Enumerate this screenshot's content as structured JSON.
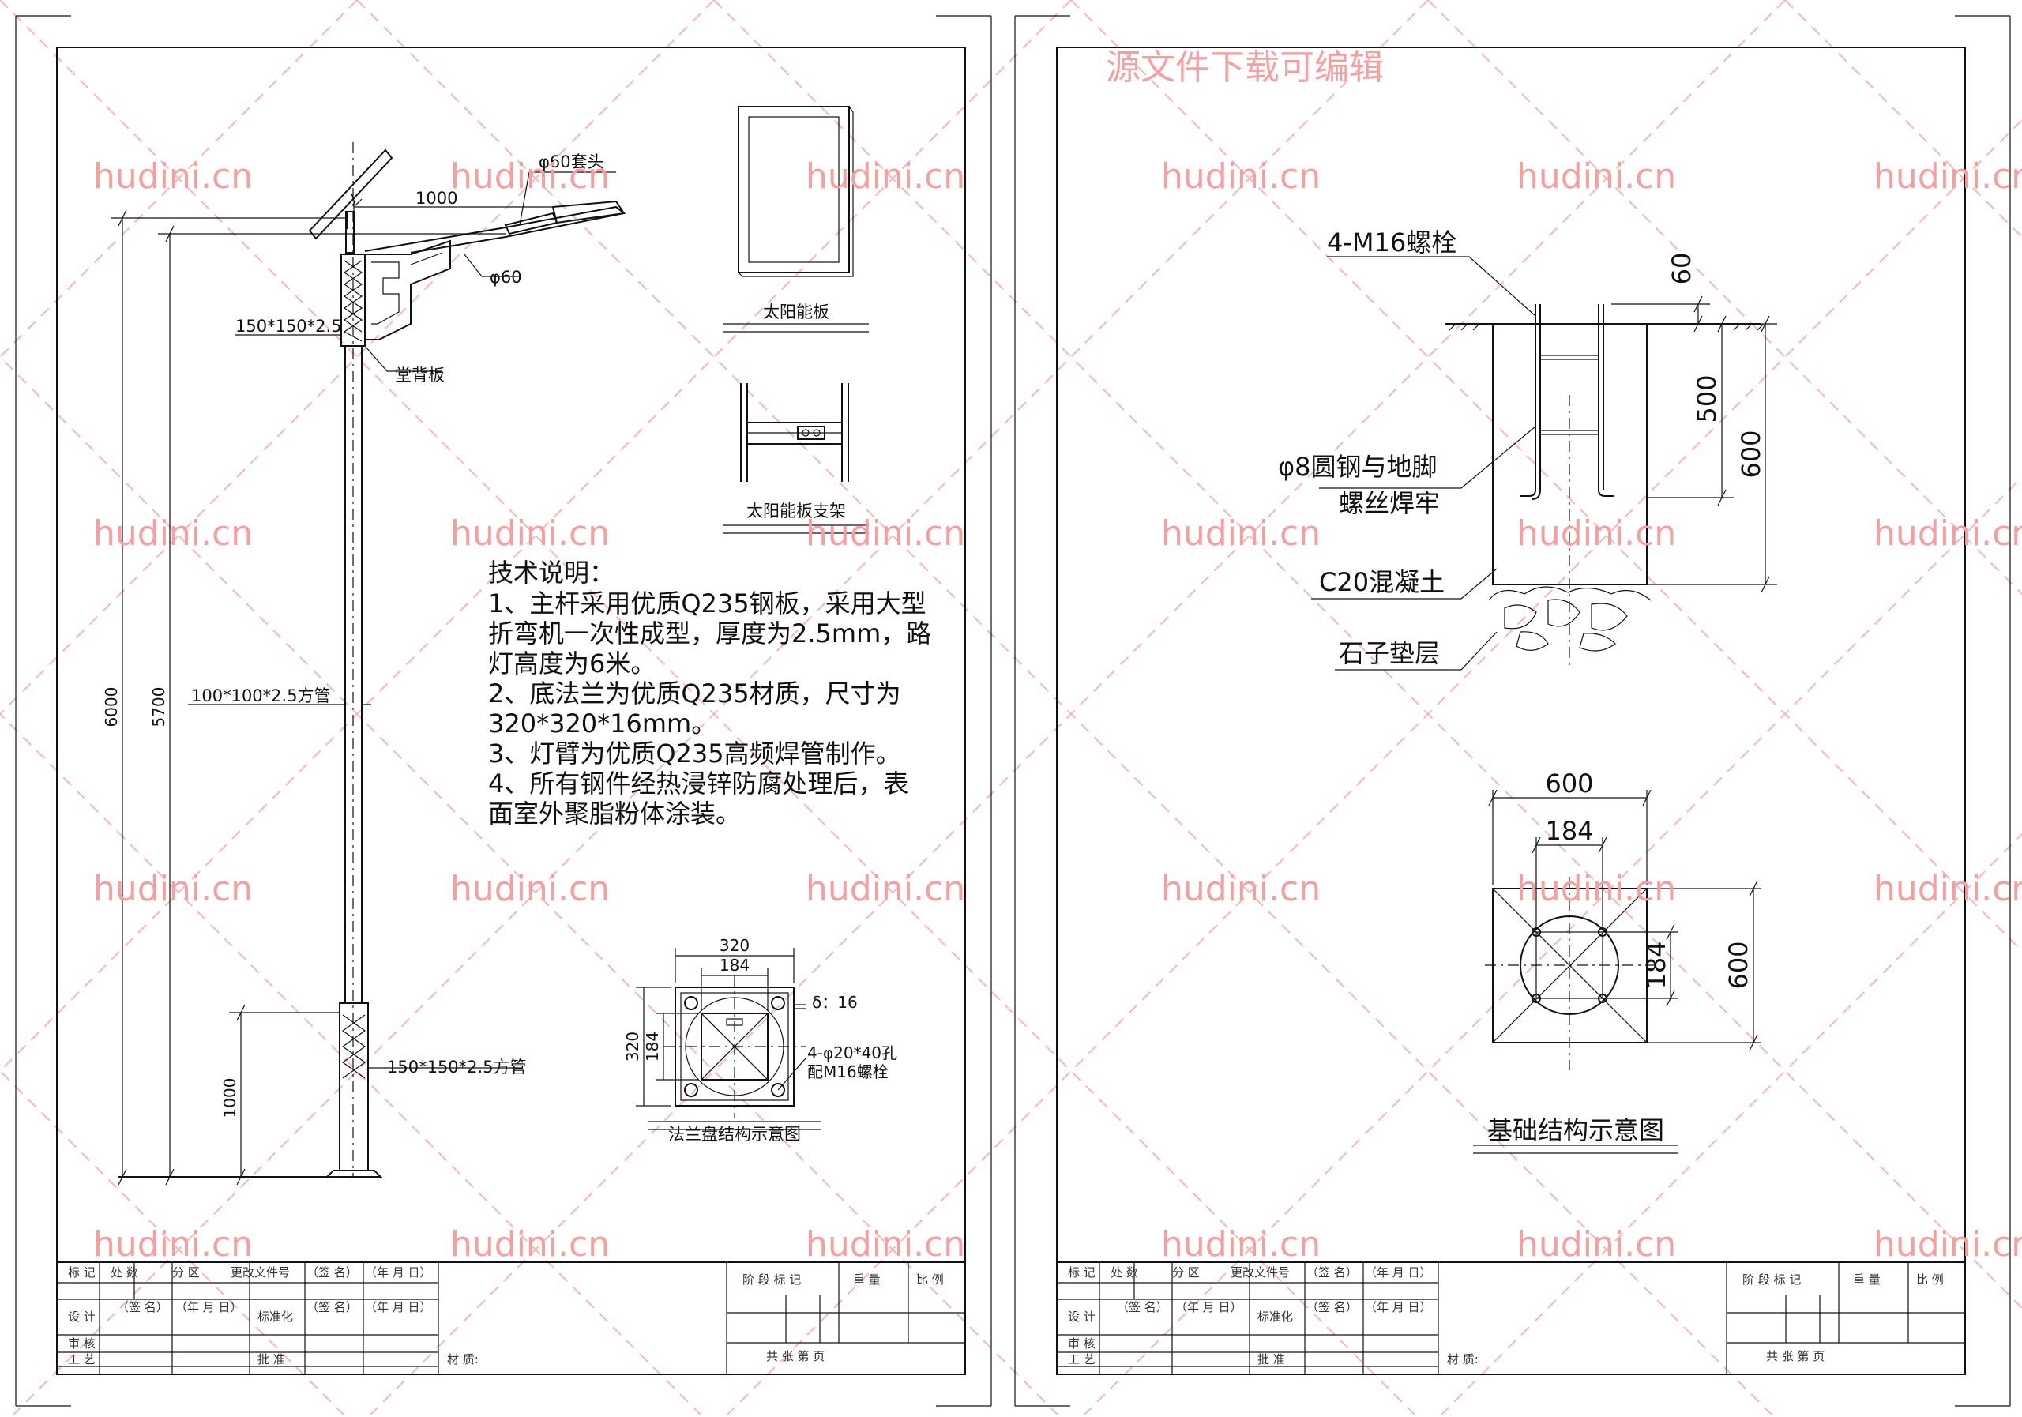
{
  "watermark": {
    "header_text": "源文件下载可编辑",
    "site_text": "hudini.cn",
    "color": "#f4a0a0"
  },
  "left_sheet": {
    "labels": {
      "socket": "φ60套头",
      "arm_len": "1000",
      "arm_dia": "φ60",
      "box_size": "150*150*2.5",
      "back_plate": "堂背板",
      "pole_size": "100*100*2.5方管",
      "base_size": "150*150*2.5方管",
      "h_total": "6000",
      "h_main": "5700",
      "h_base": "1000"
    },
    "solar_panel": {
      "caption": "太阳能板"
    },
    "solar_bracket": {
      "caption": "太阳能板支架"
    },
    "tech_notes": {
      "heading": "技术说明：",
      "lines": [
        "1、主杆采用优质Q235钢板，采用大型",
        "折弯机一次性成型，厚度为2.5mm，路",
        "灯高度为6米。",
        "2、底法兰为优质Q235材质，尺寸为",
        "320*320*16mm。",
        "3、灯臂为优质Q235高频焊管制作。",
        "4、所有钢件经热浸锌防腐处理后，表",
        "面室外聚脂粉体涂装。"
      ]
    },
    "flange": {
      "w_outer": "320",
      "w_inner": "184",
      "h_outer": "320",
      "h_inner": "184",
      "thickness": "δ：16",
      "holes": "4-φ20*40孔",
      "bolts": "配M16螺栓",
      "caption": "法兰盘结构示意图"
    }
  },
  "right_sheet": {
    "section": {
      "bolts": "4-M16螺栓",
      "d60": "60",
      "d500": "500",
      "d600": "600",
      "rebar_1": "φ8圆钢与地脚",
      "rebar_2": "螺丝焊牢",
      "concrete": "C20混凝土",
      "gravel": "石子垫层"
    },
    "plan": {
      "w_outer": "600",
      "w_inner": "184",
      "h_inner": "184",
      "h_outer": "600",
      "caption": "基础结构示意图"
    }
  },
  "title_block": {
    "mark": "标 记",
    "count": "处 数",
    "zone": "分 区",
    "change_doc": "更改文件号",
    "sign": "（签 名）",
    "date": "（年 月 日）",
    "design": "设 计",
    "standard": "标准化",
    "review": "审 核",
    "process": "工 艺",
    "approve": "批 准",
    "material": "材 质:",
    "stage": "阶 段 标 记",
    "weight": "重 量",
    "scale": "比 例",
    "sheets": "共     张     第     页"
  }
}
